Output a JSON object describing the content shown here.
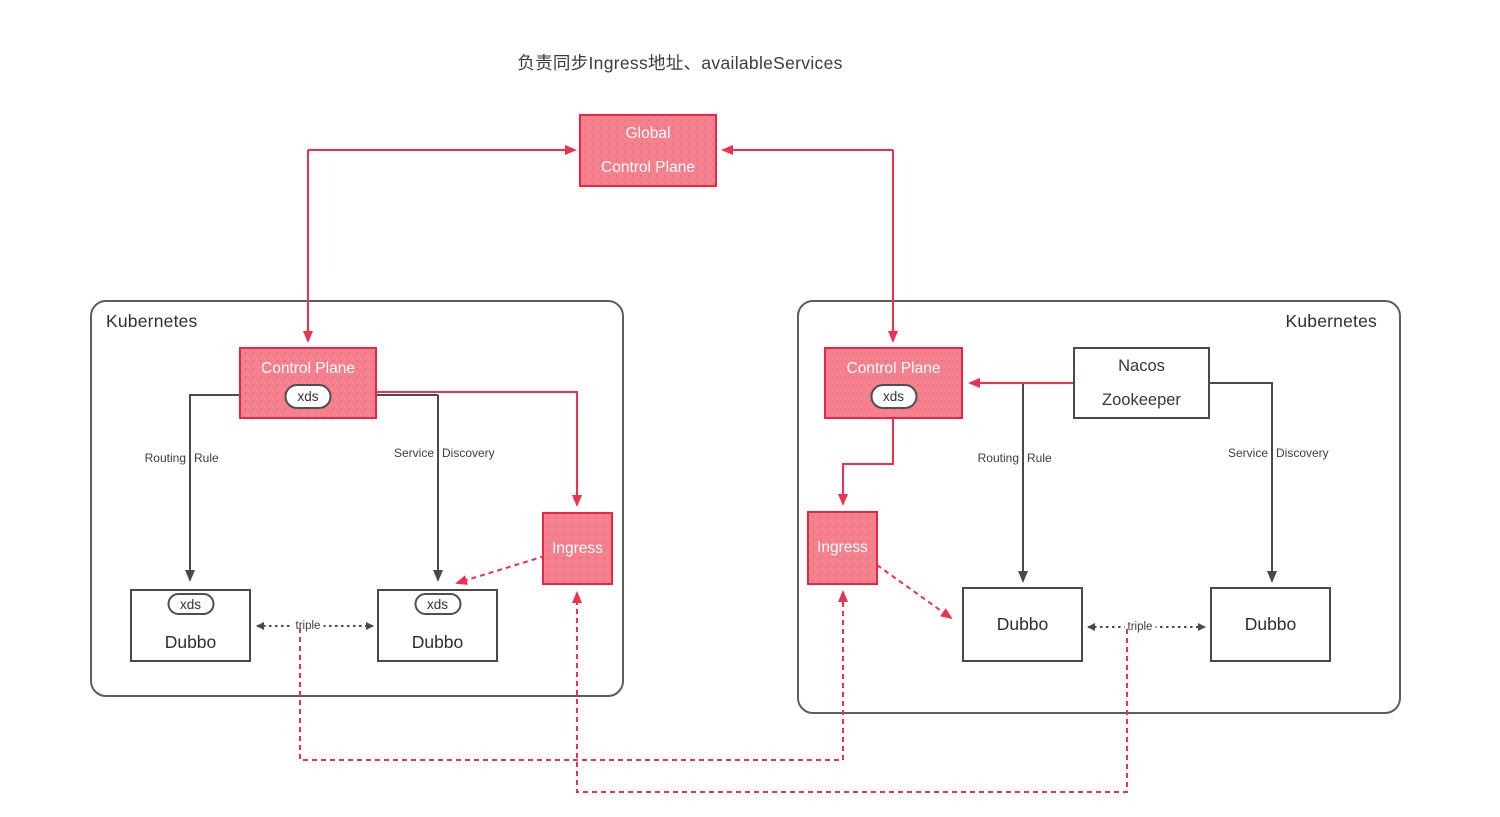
{
  "title": "负责同步Ingress地址、availableServices",
  "colors": {
    "node_pink_fill": "#f4818d",
    "node_pink_border": "#ea2646",
    "red_line": "#ee3150",
    "dark_line": "#4a4a4a",
    "label_text": "#3d3d3d",
    "cluster_border": "#5d5d5d"
  },
  "global_control_plane": {
    "line1": "Global",
    "line2": "Control Plane"
  },
  "left_cluster": {
    "name": "Kubernetes",
    "control_plane": {
      "label": "Control Plane",
      "xds": "xds"
    },
    "ingress": {
      "label": "Ingress"
    },
    "dubbo1": {
      "label": "Dubbo",
      "xds": "xds"
    },
    "dubbo2": {
      "label": "Dubbo",
      "xds": "xds"
    },
    "labels": {
      "routing_rule": {
        "text": "Routing Rule",
        "w1": "Routing",
        "w2": "Rule"
      },
      "service_discovery": {
        "text": "Service Discovery",
        "w1": "Service",
        "w2": "Discovery"
      },
      "triple": "triple"
    }
  },
  "right_cluster": {
    "name": "Kubernetes",
    "control_plane": {
      "label": "Control Plane",
      "xds": "xds"
    },
    "registry": {
      "line1": "Nacos",
      "line2": "Zookeeper"
    },
    "ingress": {
      "label": "Ingress"
    },
    "dubbo1": {
      "label": "Dubbo"
    },
    "dubbo2": {
      "label": "Dubbo"
    },
    "labels": {
      "routing_rule": {
        "text": "Routing Rule",
        "w1": "Routing",
        "w2": "Rule"
      },
      "service_discovery": {
        "text": "Service Discovery",
        "w1": "Service",
        "w2": "Discovery"
      },
      "triple": "triple"
    }
  }
}
